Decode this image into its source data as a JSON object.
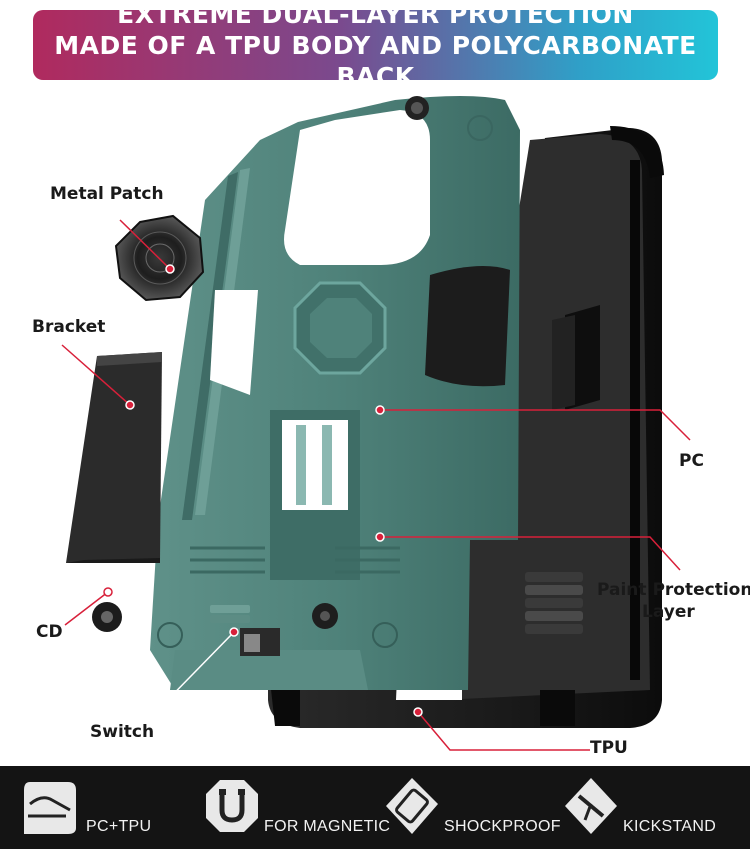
{
  "banner": {
    "line1": "EXTREME DUAL-LAYER PROTECTION",
    "line2": "MADE OF A TPU BODY AND POLYCARBONATE BACK"
  },
  "labels": {
    "metal_patch": "Metal Patch",
    "bracket": "Bracket",
    "cd": "CD",
    "switch": "Switch",
    "pc": "PC",
    "paint_protection_l1": "Paint Protection",
    "paint_protection_l2": "Layer",
    "tpu": "TPU"
  },
  "features": [
    {
      "label": "PC+TPU",
      "icon": "layers-icon"
    },
    {
      "label": "FOR MAGNETIC",
      "icon": "magnet-icon"
    },
    {
      "label": "SHOCKPROOF",
      "icon": "shockproof-phone-icon"
    },
    {
      "label": "KICKSTAND",
      "icon": "kickstand-icon"
    }
  ],
  "colors": {
    "case_green": "#4e8078",
    "tpu_black": "#151515",
    "callout_red": "#d8203a",
    "banner_start": "#b02a5e",
    "banner_end": "#22c4d8"
  }
}
